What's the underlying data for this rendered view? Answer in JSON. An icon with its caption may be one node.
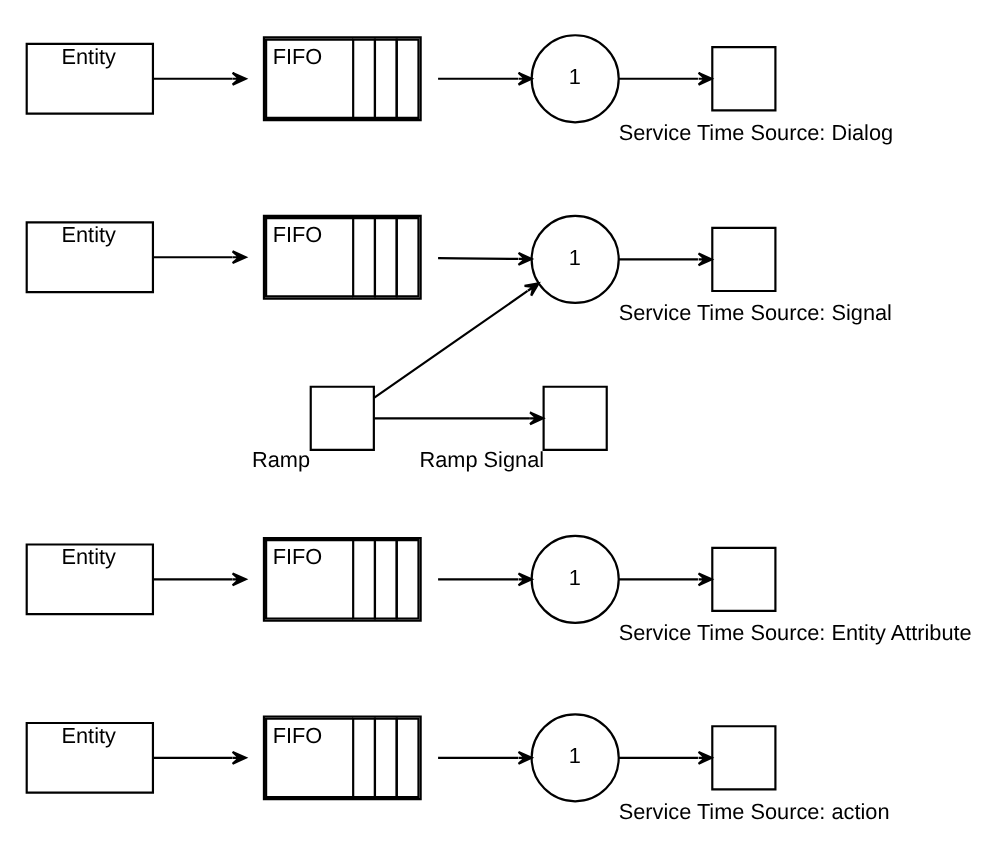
{
  "diagram": {
    "nodes": [
      {
        "text": [
          "Entity"
        ]
      },
      {
        "text": [
          "FIFO"
        ]
      },
      {
        "text": [
          "1"
        ],
        "beside": [
          "Service Time Source: Dialog"
        ]
      },
      {
        "text": [],
        "shape": "box"
      },
      {
        "text": [],
        "shape": "box",
        "beside": [
          "Ramp"
        ]
      },
      {
        "text": [],
        "shape": "box",
        "beside": [
          "Ramp Signal"
        ]
      },
      {
        "text": [
          "Entity"
        ]
      },
      {
        "text": [
          "FIFO"
        ]
      },
      {
        "text": [
          "1"
        ],
        "beside": [
          "Service Time Source: Signal"
        ]
      },
      {
        "text": [],
        "shape": "box"
      },
      {
        "text": [
          "Entity"
        ]
      },
      {
        "text": [
          "FIFO"
        ]
      },
      {
        "text": [
          "1"
        ],
        "beside": [
          "Service Time Source: Entity Attribute"
        ]
      },
      {
        "text": [],
        "shape": "box"
      },
      {
        "text": [
          "Entity"
        ]
      },
      {
        "text": [
          "FIFO"
        ]
      },
      {
        "text": [
          "1"
        ],
        "beside": [
          "Service Time Source: action"
        ]
      },
      {
        "text": [],
        "shape": "box"
      }
    ],
    "edges": [
      {
        "from": 0,
        "to": 1,
        "arrow": "to"
      },
      {
        "from": 1,
        "to": 2,
        "arrow": "to"
      },
      {
        "from": 2,
        "to": 3,
        "arrow": "to"
      },
      {
        "from": 4,
        "to": 5,
        "arrow": "to"
      },
      {
        "from": 4,
        "to": 8,
        "arrow": "to"
      },
      {
        "from": 6,
        "to": 7,
        "arrow": "to"
      },
      {
        "from": 7,
        "to": 8,
        "arrow": "to"
      },
      {
        "from": 8,
        "to": 9,
        "arrow": "to"
      },
      {
        "from": 10,
        "to": 11,
        "arrow": "to"
      },
      {
        "from": 11,
        "to": 12,
        "arrow": "to"
      },
      {
        "from": 12,
        "to": 13,
        "arrow": "to"
      },
      {
        "from": 14,
        "to": 15,
        "arrow": "to"
      },
      {
        "from": 15,
        "to": 16,
        "arrow": "to"
      },
      {
        "from": 16,
        "to": 17,
        "arrow": "to"
      }
    ]
  }
}
